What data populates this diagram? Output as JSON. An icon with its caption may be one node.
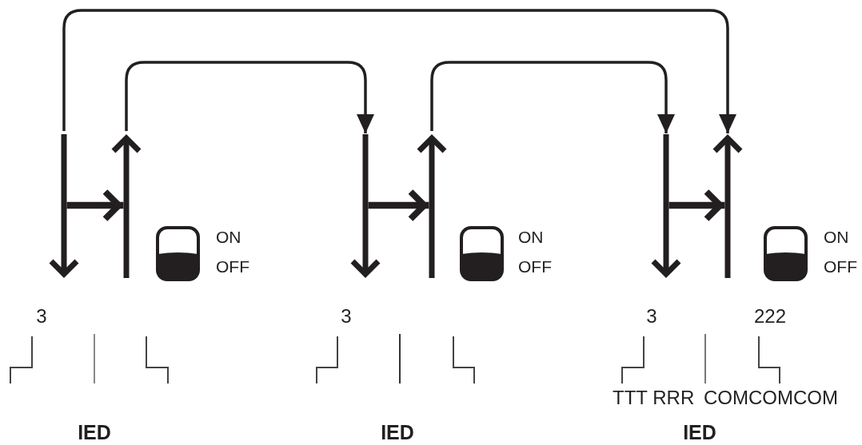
{
  "diagram": {
    "nodes": [
      {
        "text": [],
        "shape": "arrow"
      },
      {
        "text": [],
        "shape": "arrow"
      },
      {
        "text": [],
        "shape": "arrow"
      },
      {
        "text": [],
        "shape": "arrow"
      },
      {
        "text": [],
        "shape": "arrow"
      },
      {
        "text": [],
        "shape": "arrow"
      }
    ],
    "edges": [
      {
        "from": 0,
        "to": 5,
        "arrow": "to"
      },
      {
        "from": 1,
        "to": 2,
        "arrow": "to"
      },
      {
        "from": 3,
        "to": 4,
        "arrow": "to"
      },
      {
        "from": 0,
        "to": 1,
        "arrow": "to",
        "style": "thick"
      },
      {
        "from": 2,
        "to": 3,
        "arrow": "to",
        "style": "thick"
      },
      {
        "from": 4,
        "to": 5,
        "arrow": "to",
        "style": "thick"
      }
    ],
    "labels": [
      "ON",
      "ON",
      "ON",
      "OFF",
      "OFF",
      "OFF",
      "3",
      "3",
      "3",
      "222",
      "TTT RRR",
      "COMCOMCOM",
      "IED",
      "IED",
      "IED"
    ]
  }
}
